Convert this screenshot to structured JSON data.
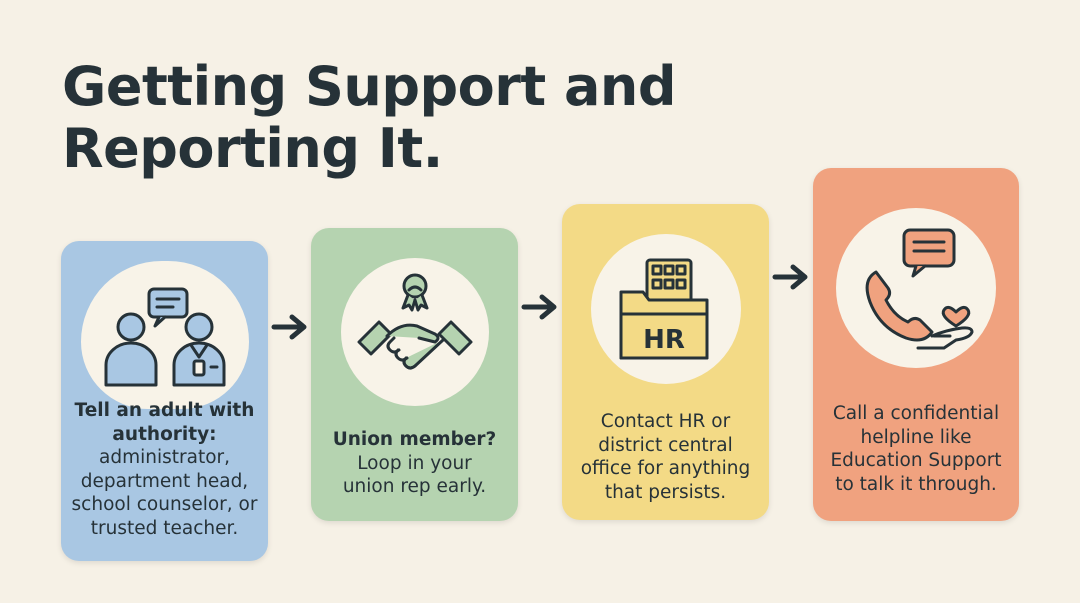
{
  "title": "Getting Support and Reporting It.",
  "steps": [
    {
      "icon": "two-people-chat-icon",
      "bold_lines": [
        "Tell an adult with",
        "authority:"
      ],
      "lines": [
        "administrator,",
        "department head,",
        "school counselor, or",
        "trusted teacher."
      ]
    },
    {
      "icon": "handshake-badge-icon",
      "bold_lines": [
        "Union member?"
      ],
      "lines": [
        "Loop in your",
        "union rep early."
      ]
    },
    {
      "icon": "hr-folder-icon",
      "icon_label": "HR",
      "bold_lines": [],
      "lines": [
        "Contact HR or",
        "district central",
        "office for anything",
        "that persists."
      ]
    },
    {
      "icon": "phone-helpline-icon",
      "bold_lines": [],
      "lines": [
        "Call a confidential",
        "helpline like",
        "Education Support",
        "to talk it through."
      ]
    }
  ],
  "colors": {
    "background": "#f6f1e6",
    "card_1": "#a9c7e3",
    "card_2": "#b5d3b0",
    "card_3": "#f3da86",
    "card_4": "#f0a27f",
    "ink": "#263238"
  }
}
